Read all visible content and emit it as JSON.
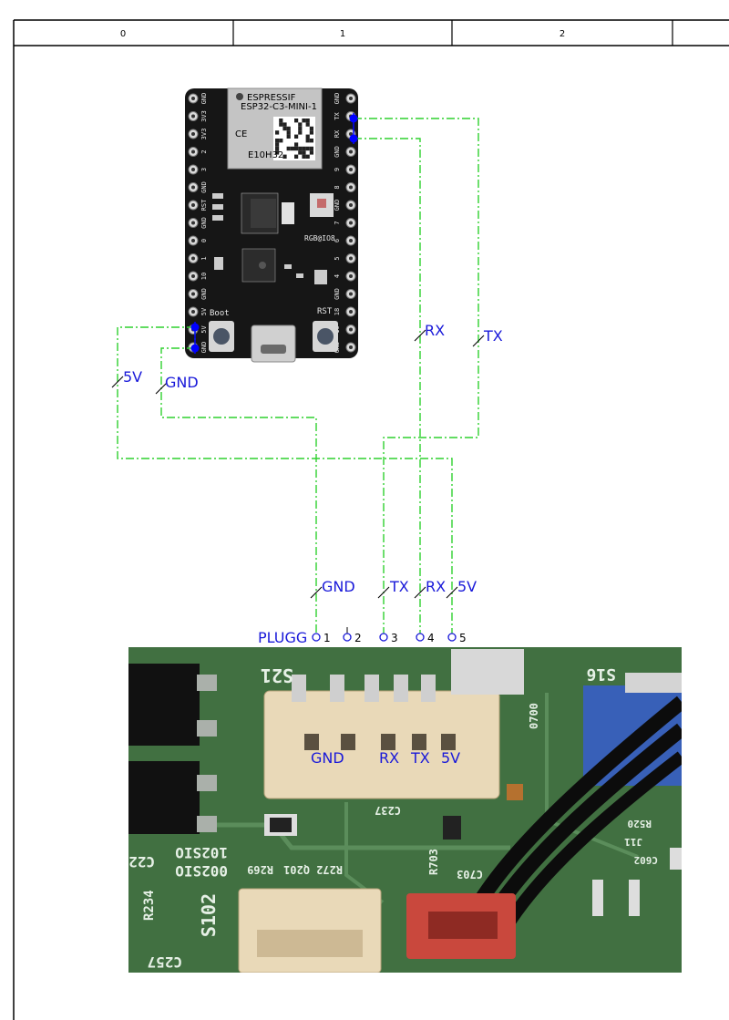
{
  "frame": {
    "columns": [
      "0",
      "1",
      "2"
    ]
  },
  "devboard": {
    "module_brand": "ESPRESSIF",
    "module_model": "ESP32-C3-MINI-1",
    "module_id": "E10H32",
    "left_pins": [
      "GND",
      "3V3",
      "3V3",
      "2",
      "3",
      "GND",
      "RST",
      "GND",
      "0",
      "1",
      "10",
      "GND",
      "5V",
      "5V",
      "GND"
    ],
    "right_pins": [
      "GND",
      "TX",
      "RX",
      "GND",
      "9",
      "8",
      "GND",
      "7",
      "6",
      "5",
      "4",
      "GND",
      "18",
      "19",
      "GND"
    ],
    "boot_label": "Boot",
    "rst_label": "RST",
    "rgb_label": "RGB@IO8"
  },
  "nets": {
    "five_v": "5V",
    "gnd": "GND",
    "rx": "RX",
    "tx": "TX"
  },
  "plug": {
    "name": "PLUGG",
    "pins": [
      "1",
      "2",
      "3",
      "4",
      "5"
    ],
    "pin_labels": [
      "GND",
      "TX",
      "RX",
      "5V"
    ]
  },
  "pcb_photo": {
    "connector_labels": [
      "GND",
      "RX",
      "TX",
      "5V"
    ],
    "silkscreen": [
      "S21",
      "S16",
      "S102",
      "0700",
      "102SIO",
      "002SIO",
      "R234",
      "R269",
      "Q201",
      "R272",
      "C237",
      "R703",
      "C703",
      "R520",
      "J11",
      "C602",
      "C257",
      "C22",
      "R520"
    ],
    "colors": {
      "board": "#3d6a3d",
      "connector_white": "#e9d9b8",
      "connector_red": "#c9483d",
      "connector_blue": "#3860b8"
    }
  },
  "colors": {
    "wire": "#2fd12f",
    "label": "#1919d9",
    "junction": "#0000ff"
  }
}
